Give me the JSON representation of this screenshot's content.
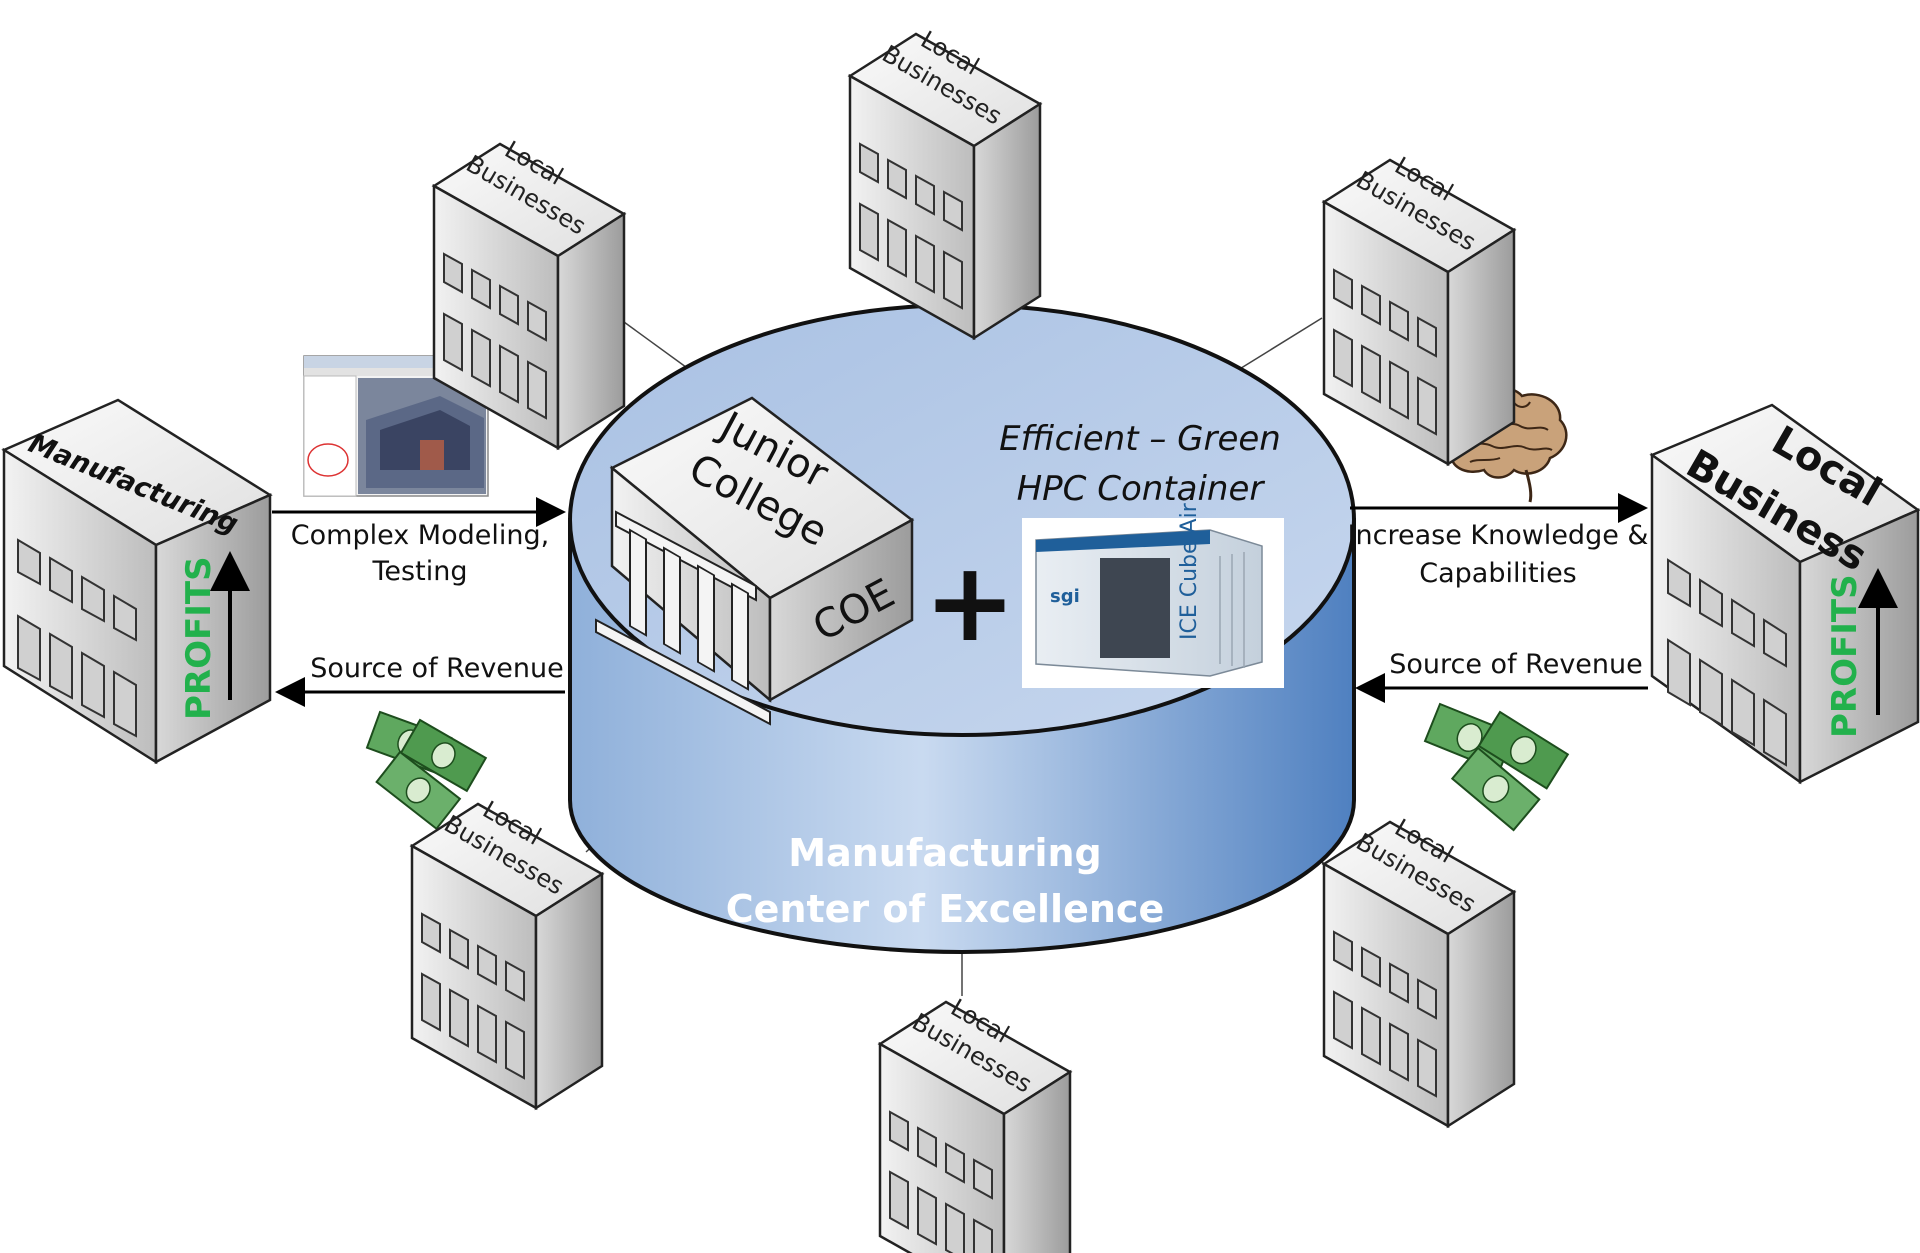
{
  "center": {
    "title_line1": "Manufacturing",
    "title_line2": "Center of Excellence",
    "college_line1": "Junior",
    "college_line2": "College",
    "college_tag": "COE",
    "plus": "+",
    "hpc_line1": "Efficient – Green",
    "hpc_line2": "HPC Container",
    "container_brand": "sgi",
    "container_name": "ICE Cube Air"
  },
  "left_building": {
    "name": "Manufacturing",
    "profits": "PROFITS"
  },
  "right_building": {
    "name_line1": "Local",
    "name_line2": "Business",
    "profits": "PROFITS"
  },
  "arrows": {
    "left_out_line1": "Complex Modeling,",
    "left_out_line2": "Testing",
    "left_in": "Source of Revenue",
    "right_out_line1": "Increase Knowledge &",
    "right_out_line2": "Capabilities",
    "right_in": "Source of Revenue"
  },
  "satellites": {
    "line1": "Local",
    "line2": "Businesses"
  },
  "colors": {
    "cylinder_top": "#aec4e2",
    "cylinder_side": "#6f98cc",
    "profits_green": "#22b14c",
    "title_white": "#ffffff"
  },
  "icons": [
    "brain-icon",
    "money-icon",
    "screenshot-thumbnail"
  ]
}
